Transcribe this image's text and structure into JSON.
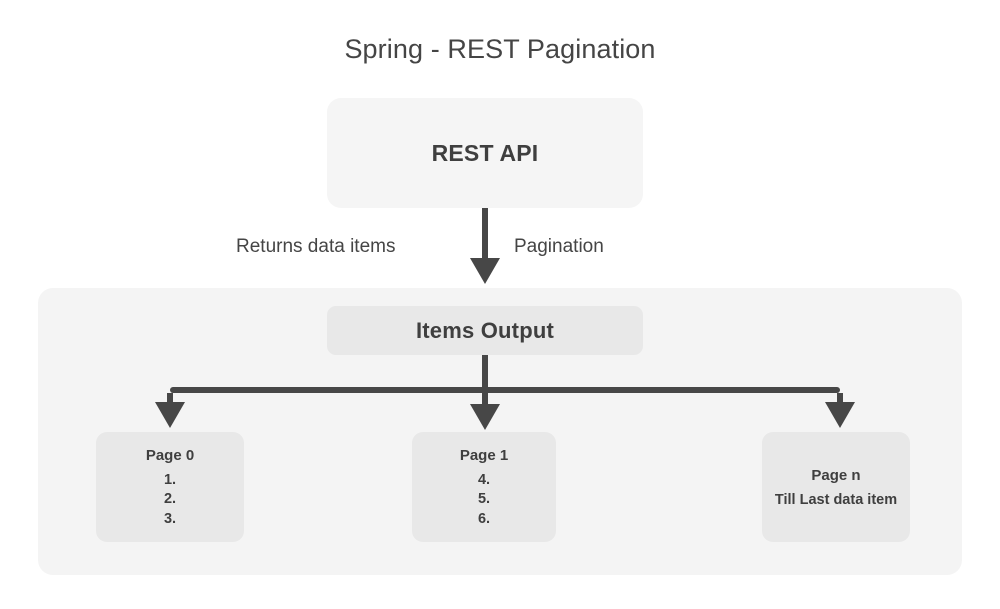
{
  "title": "Spring - REST Pagination",
  "nodes": {
    "rest_api": {
      "label": "REST API"
    },
    "items_output": {
      "label": "Items Output"
    }
  },
  "edges": {
    "returns_label": "Returns data items",
    "pagination_label": "Pagination"
  },
  "pages": [
    {
      "heading": "Page 0",
      "items": [
        "1.",
        "2.",
        "3."
      ],
      "note": ""
    },
    {
      "heading": "Page 1",
      "items": [
        "4.",
        "5.",
        "6."
      ],
      "note": ""
    },
    {
      "heading": "Page n",
      "items": [],
      "note": "Till Last data item"
    }
  ],
  "colors": {
    "background": "#ffffff",
    "container_fill": "#f4f4f4",
    "node_fill_light": "#f5f5f5",
    "node_fill": "#e8e8e8",
    "connector": "#474747",
    "text": "#3f3f3f",
    "title_text": "#454545"
  }
}
